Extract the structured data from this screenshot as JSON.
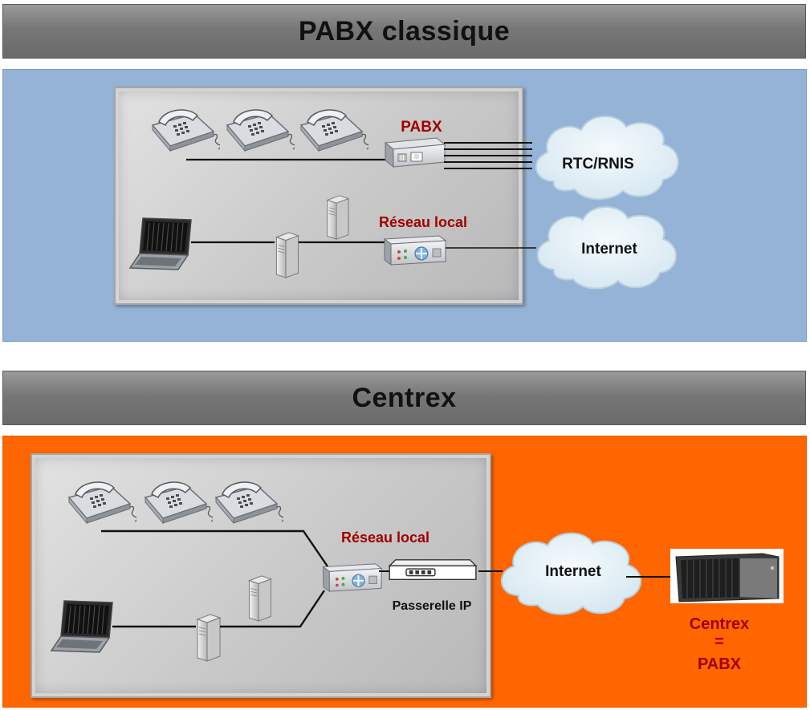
{
  "top": {
    "title": "PABX classique",
    "pabx_label": "PABX",
    "lan_label": "Réseau local",
    "pstn_cloud": "RTC/RNIS",
    "internet_cloud": "Internet"
  },
  "bottom": {
    "title": "Centrex",
    "lan_label": "Réseau local",
    "gateway_label": "Passerelle IP",
    "internet_cloud": "Internet",
    "centrex_line1": "Centrex",
    "centrex_line2": "=",
    "centrex_line3": "PABX"
  },
  "colors": {
    "top_panel": "#95b3d7",
    "bottom_panel": "#ff6600",
    "banner": "#7f7f7f",
    "label_red": "#a00000"
  }
}
